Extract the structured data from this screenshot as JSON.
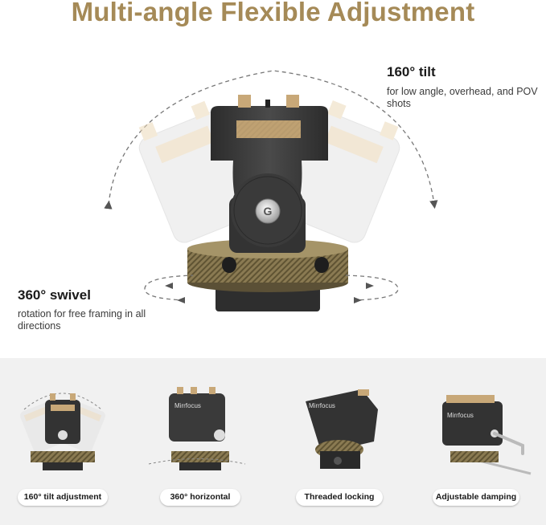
{
  "title": "Multi-angle Flexible Adjustment",
  "tilt": {
    "heading": "160° tilt",
    "description": "for low angle, overhead, and POV shots"
  },
  "swivel": {
    "heading": "360° swivel",
    "description": "rotation for free framing in all directions"
  },
  "brand": "Mirrfocus",
  "features": [
    {
      "label": "160° tilt adjustment"
    },
    {
      "label": "360° horizontal"
    },
    {
      "label": "Threaded locking"
    },
    {
      "label": "Adjustable damping"
    }
  ],
  "colors": {
    "title_gold": "#a58a57",
    "body_dark": "#3b3b3b",
    "knurl_bronze": "#8a7a52",
    "pad_tan": "#c8a878",
    "gallery_bg": "#f1f1f1"
  }
}
